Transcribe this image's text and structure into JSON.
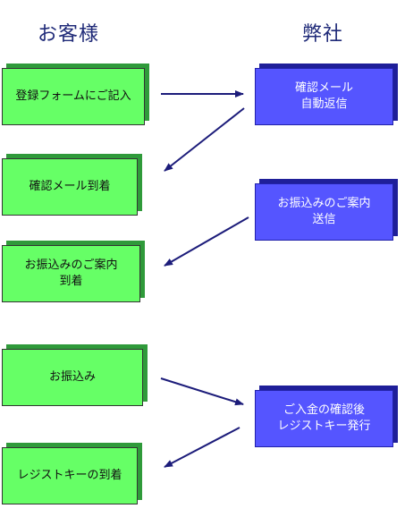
{
  "headings": {
    "customer": "お客様",
    "company": "弊社"
  },
  "customer_steps": [
    "登録フォームにご記入",
    "確認メール到着",
    "お振込みのご案内\n到着",
    "お振込み",
    "レジストキーの到着"
  ],
  "company_steps": [
    "確認メール\n自動返信",
    "お振込みのご案内\n送信",
    "ご入金の確認後\nレジストキー発行"
  ],
  "colors": {
    "customer_box": "#66ff66",
    "company_box": "#5555ff",
    "arrow": "#1c1c7a",
    "heading": "#1f2a78"
  }
}
